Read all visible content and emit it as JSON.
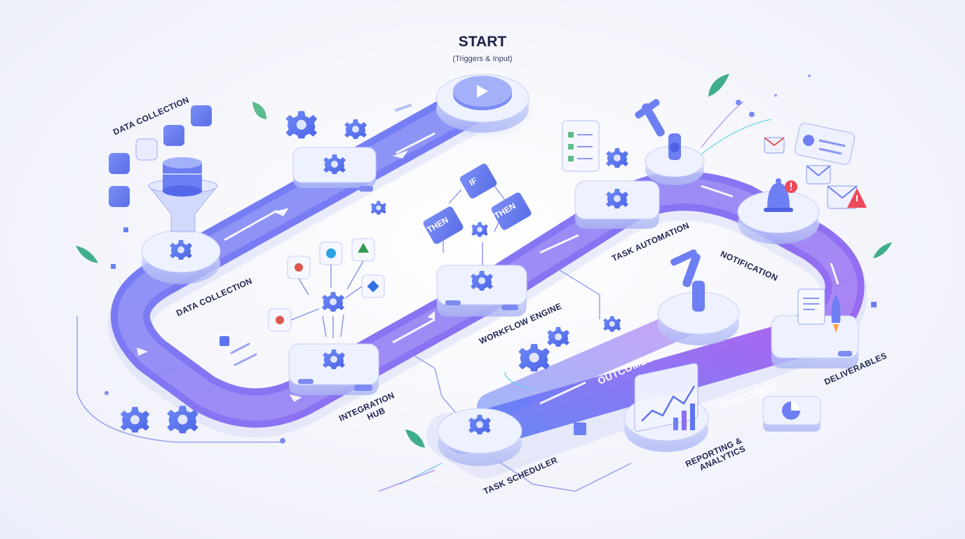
{
  "start": {
    "title": "START",
    "subtitle": "(Triggers & Input)"
  },
  "labels": {
    "data_collection_top": "DATA COLLECTION",
    "data_collection": "DATA COLLECTION",
    "integration_hub_1": "INTEGRATION",
    "integration_hub_2": "HUB",
    "workflow_engine": "WORKFLOW ENGINE",
    "task_automation": "TASK AUTOMATION",
    "notification": "NOTIFICATION",
    "task_scheduler": "TASK SCHEDULER",
    "reporting_1": "REPORTING &",
    "reporting_2": "ANALYTICS",
    "deliverables": "DELIVERABLES"
  },
  "logic": {
    "if": "IF",
    "then_left": "THEN",
    "then_right": "THEN"
  },
  "path_text": {
    "outcomes_1": "OUTCOMES",
    "outcomes_2": "OUTCOMES"
  },
  "colors": {
    "path_start": "#5b7cf5",
    "path_end": "#9a5bf0",
    "accent": "#6b73f2",
    "text": "#1f2450",
    "leaf": "#3fae8c"
  },
  "icons": [
    "play-icon",
    "gear-icon",
    "database-icon",
    "funnel-icon",
    "robot-arm-icon",
    "bell-icon",
    "alert-icon",
    "mail-icon",
    "chat-icon",
    "checklist-icon",
    "document-icon",
    "rocket-icon",
    "chart-icon",
    "pie-icon",
    "leaf-icon",
    "cube-icon",
    "slack-icon",
    "salesforce-icon",
    "drive-icon",
    "jira-icon"
  ]
}
